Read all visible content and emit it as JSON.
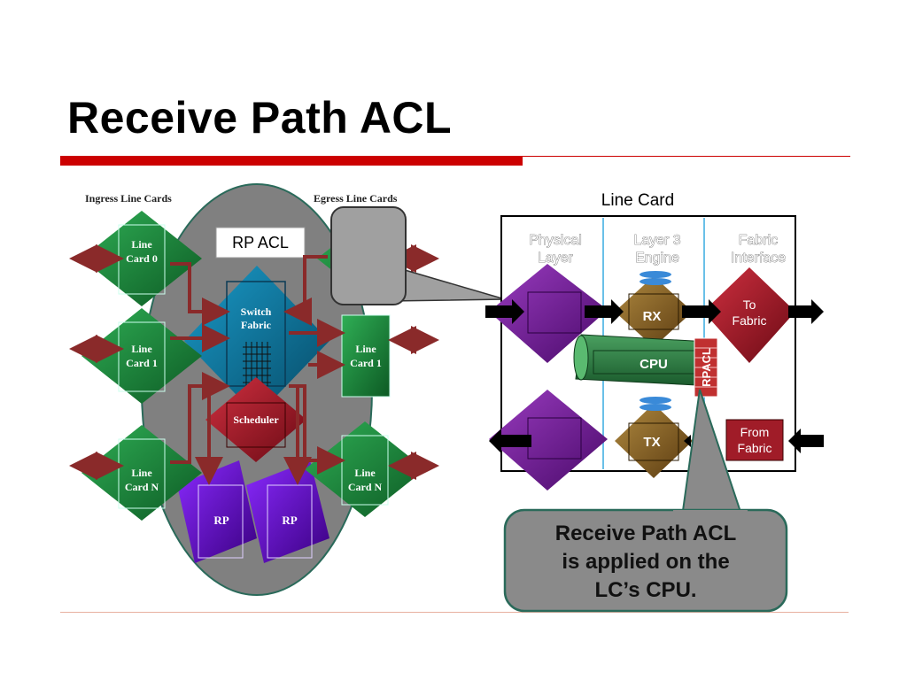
{
  "slide": {
    "title": "Receive Path ACL"
  },
  "router": {
    "ingress_header": "Ingress Line Cards",
    "egress_header": "Egress Line Cards",
    "rp_acl_label": "RP ACL",
    "switch_fabric_line1": "Switch",
    "switch_fabric_line2": "Fabric",
    "scheduler_label": "Scheduler",
    "rp_label": "RP",
    "ingress_cards": [
      {
        "line1": "Line",
        "line2": "Card 0"
      },
      {
        "line1": "Line",
        "line2": "Card 1"
      },
      {
        "line1": "Line",
        "line2": "Card N"
      }
    ],
    "egress_cards": [
      {
        "line1": "Line",
        "line2": "Card 1"
      },
      {
        "line1": "Line",
        "line2": "Card N"
      }
    ]
  },
  "line_card": {
    "title": "Line Card",
    "col_physical_line1": "Physical",
    "col_physical_line2": "Layer",
    "col_layer3_line1": "Layer 3",
    "col_layer3_line2": "Engine",
    "col_fabric_line1": "Fabric",
    "col_fabric_line2": "Interface",
    "rx_label": "RX",
    "tx_label": "TX",
    "cpu_label": "CPU",
    "rpacl_label": "RPACL",
    "to_fabric_line1": "To",
    "to_fabric_line2": "Fabric",
    "from_fabric_line1": "From",
    "from_fabric_line2": "Fabric"
  },
  "callout": {
    "line1": "Receive Path ACL",
    "line2": "is applied on the",
    "line3": "LC’s CPU."
  },
  "colors": {
    "title_rule": "#cc0000",
    "green_card": "#1e8a3a",
    "purple_block": "#7a1f9c",
    "rp_purple": "#6a0dcc",
    "teal_fabric": "#0e7aa0",
    "scheduler_red": "#b0202a",
    "tan_engine": "#8c6a2a",
    "arrow_maroon": "#8a2a2a",
    "callout_gray": "#9a9a9a",
    "callout_border": "#2a6a5a"
  }
}
